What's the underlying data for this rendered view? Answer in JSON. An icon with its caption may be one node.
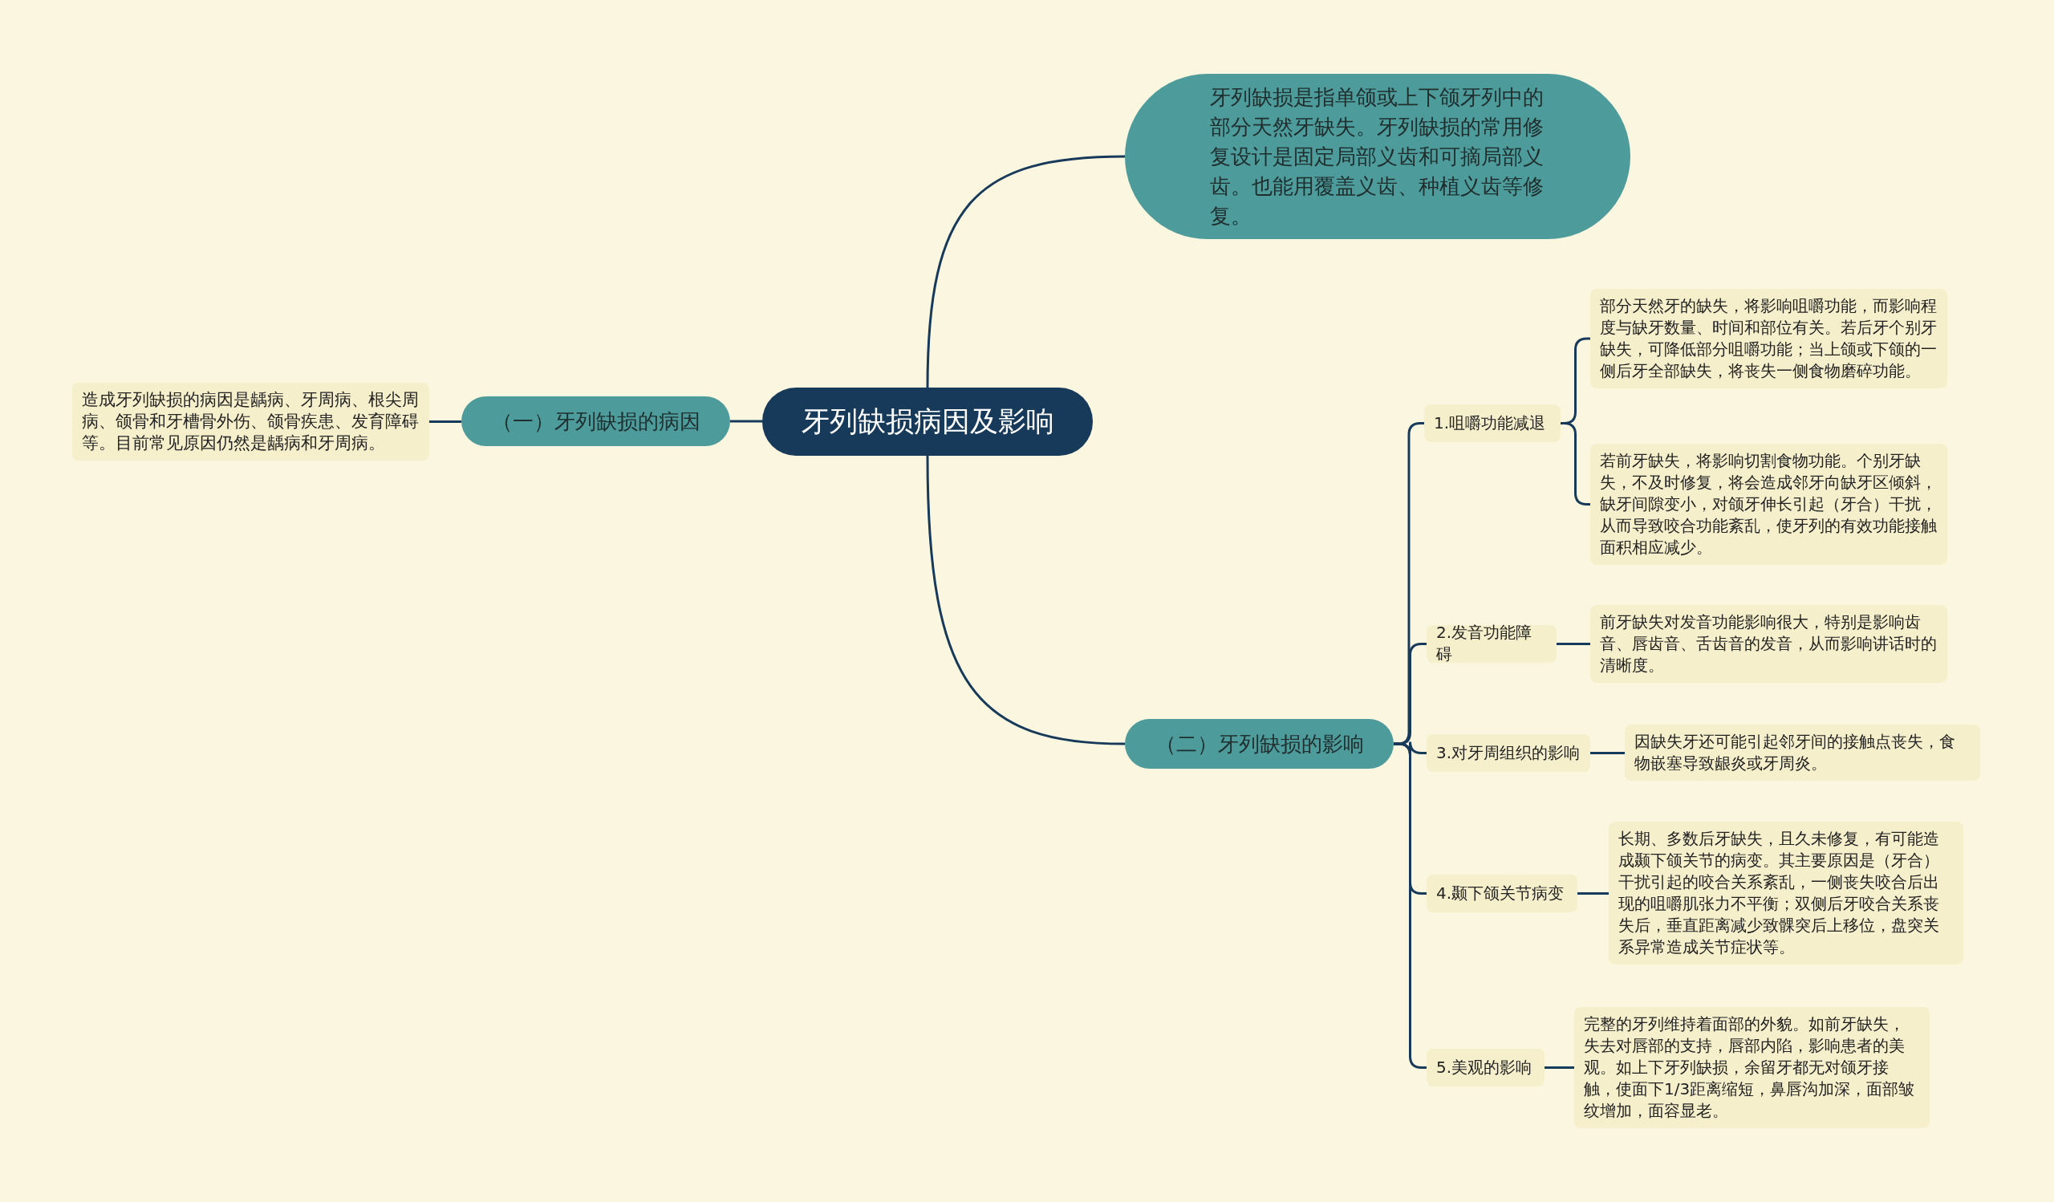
{
  "diagram": {
    "nodes": [
      {
        "text": [
          "牙列缺损病因及影响"
        ]
      },
      {
        "text": [
          "牙列缺损是指单颌或上下颌牙列中的部分天然牙缺失。牙列缺损的常用修复设计是固定局部义齿和可摘局部义齿。也能用覆盖义齿、种植义齿等修复。"
        ]
      },
      {
        "text": [
          "（一）牙列缺损的病因"
        ]
      },
      {
        "text": [
          "造成牙列缺损的病因是龋病、牙周病、根尖周病、颌骨和牙槽骨外伤、颌骨疾患、发育障碍等。目前常见原因仍然是龋病和牙周病。"
        ]
      },
      {
        "text": [
          "（二）牙列缺损的影响"
        ]
      },
      {
        "text": [
          "1.咀嚼功能减退"
        ]
      },
      {
        "text": [
          "部分天然牙的缺失，将影响咀嚼功能，而影响程度与缺牙数量、时间和部位有关。若后牙个别牙缺失，可降低部分咀嚼功能；当上颌或下颌的一侧后牙全部缺失，将丧失一侧食物磨碎功能。"
        ]
      },
      {
        "text": [
          "若前牙缺失，将影响切割食物功能。个别牙缺失，不及时修复，将会造成邻牙向缺牙区倾斜，缺牙间隙变小，对颌牙伸长引起（牙合）干扰，从而导致咬合功能紊乱，使牙列的有效功能接触面积相应减少。"
        ]
      },
      {
        "text": [
          "2.发音功能障碍"
        ]
      },
      {
        "text": [
          "前牙缺失对发音功能影响很大，特别是影响齿音、唇齿音、舌齿音的发音，从而影响讲话时的清晰度。"
        ]
      },
      {
        "text": [
          "3.对牙周组织的影响"
        ]
      },
      {
        "text": [
          "因缺失牙还可能引起邻牙间的接触点丧失，食物嵌塞导致龈炎或牙周炎。"
        ]
      },
      {
        "text": [
          "4.颞下颌关节病变"
        ]
      },
      {
        "text": [
          "长期、多数后牙缺失，且久未修复，有可能造成颞下颌关节的病变。其主要原因是（牙合）干扰引起的咬合关系紊乱，一侧丧失咬合后出现的咀嚼肌张力不平衡；双侧后牙咬合关系丧失后，垂直距离减少致髁突后上移位，盘突关系异常造成关节症状等。"
        ]
      },
      {
        "text": [
          "5.美观的影响"
        ]
      },
      {
        "text": [
          "完整的牙列维持着面部的外貌。如前牙缺失，失去对唇部的支持，唇部内陷，影响患者的美观。如上下牙列缺损，余留牙都无对颌牙接触，使面下1/3距离缩短，鼻唇沟加深，面部皱纹增加，面容显老。"
        ]
      }
    ],
    "edges": [
      {
        "from": 0,
        "to": 1,
        "arrow": "none"
      },
      {
        "from": 0,
        "to": 2,
        "arrow": "none"
      },
      {
        "from": 2,
        "to": 3,
        "arrow": "none"
      },
      {
        "from": 0,
        "to": 4,
        "arrow": "none"
      },
      {
        "from": 4,
        "to": 5,
        "arrow": "none"
      },
      {
        "from": 5,
        "to": 6,
        "arrow": "none"
      },
      {
        "from": 5,
        "to": 7,
        "arrow": "none"
      },
      {
        "from": 4,
        "to": 8,
        "arrow": "none"
      },
      {
        "from": 8,
        "to": 9,
        "arrow": "none"
      },
      {
        "from": 4,
        "to": 10,
        "arrow": "none"
      },
      {
        "from": 10,
        "to": 11,
        "arrow": "none"
      },
      {
        "from": 4,
        "to": 12,
        "arrow": "none"
      },
      {
        "from": 12,
        "to": 13,
        "arrow": "none"
      },
      {
        "from": 4,
        "to": 14,
        "arrow": "none"
      },
      {
        "from": 14,
        "to": 15,
        "arrow": "none"
      }
    ]
  }
}
